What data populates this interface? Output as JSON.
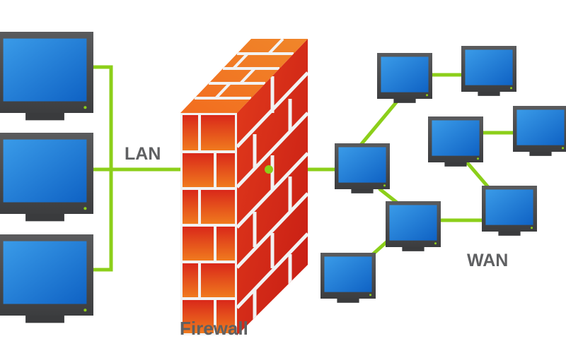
{
  "labels": {
    "lan": "LAN",
    "firewall": "Firewall",
    "wan": "WAN"
  },
  "colors": {
    "link": "#8ccf1a",
    "monitor_bezel": "#4a4b4d",
    "monitor_screen": "#1f7fd6",
    "brick": "#e8401c",
    "mortar": "#f2f2f2",
    "label_text": "#5f6062"
  },
  "lan": {
    "computers": [
      {
        "id": "lan-1"
      },
      {
        "id": "lan-2"
      },
      {
        "id": "lan-3"
      }
    ]
  },
  "wan": {
    "computers": [
      {
        "id": "wan-gateway"
      },
      {
        "id": "wan-top-1"
      },
      {
        "id": "wan-top-2"
      },
      {
        "id": "wan-mid-1"
      },
      {
        "id": "wan-mid-2"
      },
      {
        "id": "wan-center"
      },
      {
        "id": "wan-right"
      },
      {
        "id": "wan-bottom"
      }
    ],
    "links": [
      [
        "firewall",
        "wan-gateway"
      ],
      [
        "wan-gateway",
        "wan-top-1"
      ],
      [
        "wan-top-1",
        "wan-top-2"
      ],
      [
        "wan-gateway",
        "wan-center"
      ],
      [
        "wan-center",
        "wan-bottom"
      ],
      [
        "wan-center",
        "wan-right"
      ],
      [
        "wan-mid-1",
        "wan-mid-2"
      ],
      [
        "wan-mid-1",
        "wan-right"
      ]
    ]
  }
}
